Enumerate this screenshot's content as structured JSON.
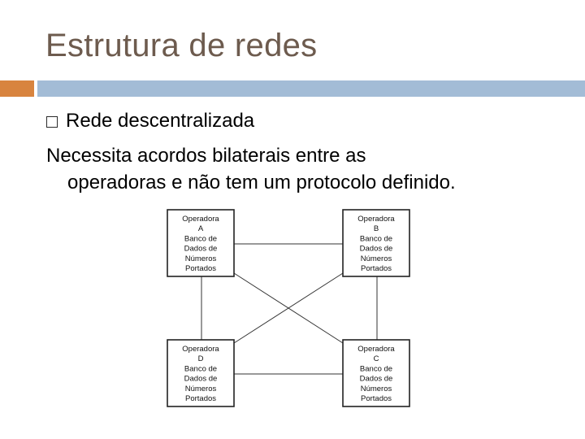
{
  "slide": {
    "title": "Estrutura de redes",
    "bullet": "Rede descentralizada",
    "body_line1": "Necessita acordos bilaterais entre as",
    "body_line2": "operadoras e não tem um protocolo definido."
  },
  "diagram": {
    "nodes": [
      {
        "id": "A",
        "lines": [
          "Operadora",
          "A",
          "Banco de",
          "Dados de",
          "Números",
          "Portados"
        ]
      },
      {
        "id": "B",
        "lines": [
          "Operadora",
          "B",
          "Banco de",
          "Dados de",
          "Números",
          "Portados"
        ]
      },
      {
        "id": "D",
        "lines": [
          "Operadora",
          "D",
          "Banco de",
          "Dados de",
          "Números",
          "Portados"
        ]
      },
      {
        "id": "C",
        "lines": [
          "Operadora",
          "C",
          "Banco de",
          "Dados de",
          "Números",
          "Portados"
        ]
      }
    ],
    "edges": [
      [
        "A",
        "B"
      ],
      [
        "A",
        "D"
      ],
      [
        "B",
        "C"
      ],
      [
        "D",
        "C"
      ],
      [
        "A",
        "C"
      ],
      [
        "B",
        "D"
      ]
    ]
  },
  "colors": {
    "title": "#6d5b4e",
    "accent_orange": "#d8843f",
    "accent_blue": "#a3bcd6"
  }
}
